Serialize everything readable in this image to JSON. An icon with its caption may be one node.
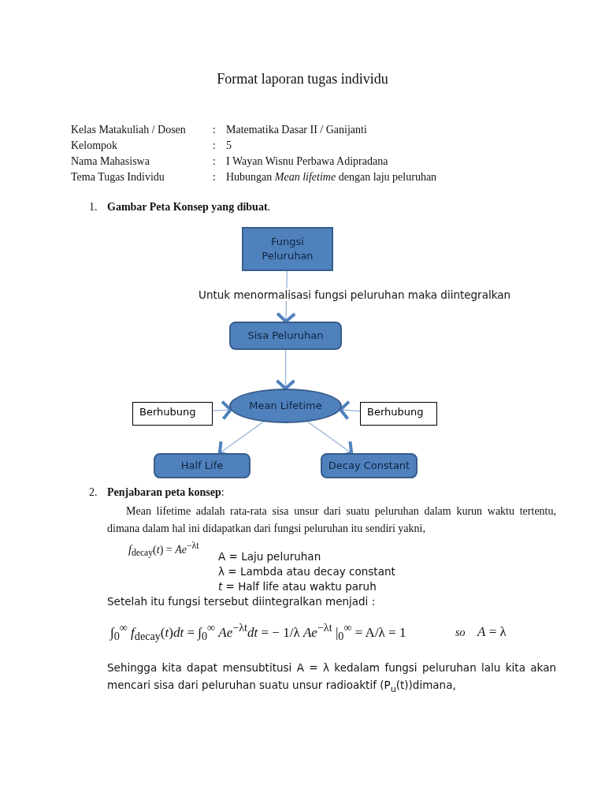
{
  "diagram": {
    "title": "Format laporan tugas individu",
    "nodes": [
      {
        "text": [
          "Fungsi Peluruhan"
        ]
      },
      {
        "text": [
          "Sisa Peluruhan"
        ]
      },
      {
        "text": [
          "Mean Lifetime"
        ]
      },
      {
        "text": [
          "Berhubung"
        ]
      },
      {
        "text": [
          "Berhubung"
        ]
      },
      {
        "text": [
          "Half Life"
        ]
      },
      {
        "text": [
          "Decay Constant"
        ]
      }
    ],
    "edges": [
      {
        "from": 0,
        "to": 1,
        "arrow": "to",
        "label": "Untuk menormalisasi fungsi peluruhan maka diintegralkan"
      },
      {
        "from": 1,
        "to": 2,
        "arrow": "to"
      },
      {
        "from": 2,
        "to": 5,
        "arrow": "to"
      },
      {
        "from": 2,
        "to": 6,
        "arrow": "to"
      },
      {
        "from": 3,
        "to": 2,
        "arrow": "to"
      },
      {
        "from": 4,
        "to": 2,
        "arrow": "to"
      }
    ],
    "labels": [
      "Kelas Matakuliah / Dosen",
      ":",
      "Matematika Dasar II  /  Ganijanti",
      "Kelompok",
      ":",
      "5",
      "Nama  Mahasiswa",
      ":",
      "I Wayan Wisnu Perbawa Adipradana",
      "Tema Tugas Individu",
      ":",
      "Hubungan *Mean lifetime* dengan laju peluruhan",
      "1.",
      "**Gambar Peta Konsep yang dibuat**.",
      "2.",
      "**Penjabaran peta konsep**:",
      "Mean lifetime adalah rata-rata sisa unsur dari suatu peluruhan dalam kurun waktu tertentu, dimana dalam hal ini didapatkan dari fungsi peluruhan itu sendiri yakni,",
      "*f*$_{decay}$(*t*) = *Ae*$^{−λt}$",
      "A = Laju peluruhan",
      "λ = Lambda atau decay constant",
      "*t* = Half life atau waktu paruh",
      "Setelah itu fungsi tersebut diintegralkan menjadi :",
      "∫$_{0}$$^{∞}$ *f*$_{decay}$(*t*)*dt* = ∫$_{0}$$^{∞}$ *Ae*$^{−λt}$*dt* = − 1/λ *Ae*$^{−λt}$ |$_{0}$$^{∞}$ = A/λ = 1",
      "*so*",
      "*A* = λ",
      "Sehingga kita dapat mensubtitusi A =  λ kedalam fungsi peluruhan lalu kita akan mencari sisa dari peluruhan suatu unsur radioaktif (P$_{u}$(t))dimana,"
    ]
  }
}
